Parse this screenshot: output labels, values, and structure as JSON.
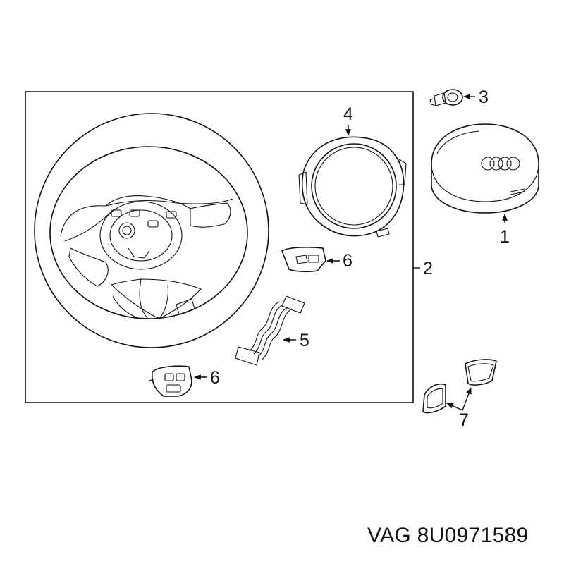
{
  "callouts": {
    "c1": "1",
    "c2": "2",
    "c3": "3",
    "c4": "4",
    "c5": "5",
    "c6a": "6",
    "c6b": "6",
    "c7": "7"
  },
  "caption": {
    "part_number": "VAG 8U0971589"
  }
}
